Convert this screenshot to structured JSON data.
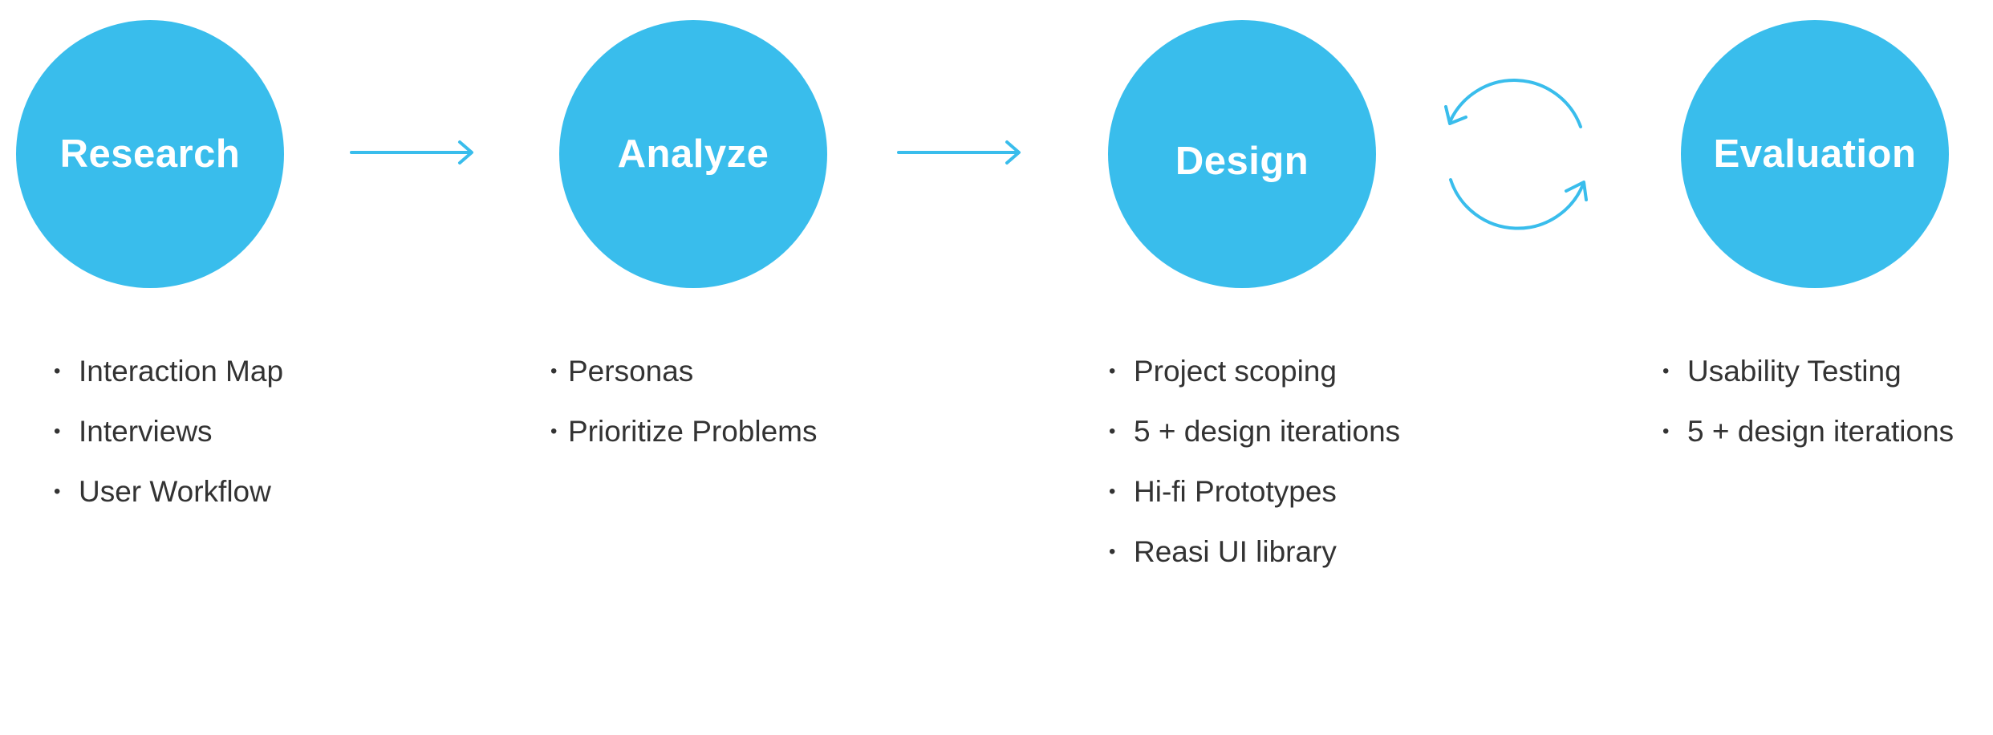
{
  "accent_color": "#39bdec",
  "text_color": "#333333",
  "stages": [
    {
      "label": "Research",
      "items": [
        "Interaction Map",
        "Interviews",
        "User Workflow"
      ]
    },
    {
      "label": "Analyze",
      "items": [
        "Personas",
        "Prioritize Problems"
      ]
    },
    {
      "label": "Design",
      "items": [
        "Project scoping",
        "5 + design iterations",
        "Hi-fi Prototypes",
        "Reasi UI library"
      ]
    },
    {
      "label": "Evaluation",
      "items": [
        "Usability Testing",
        "5 + design iterations"
      ]
    }
  ],
  "connectors": [
    {
      "from": "Research",
      "to": "Analyze",
      "kind": "arrow-right"
    },
    {
      "from": "Analyze",
      "to": "Design",
      "kind": "arrow-right"
    },
    {
      "from": "Design",
      "to": "Evaluation",
      "kind": "cycle-arrows"
    }
  ]
}
